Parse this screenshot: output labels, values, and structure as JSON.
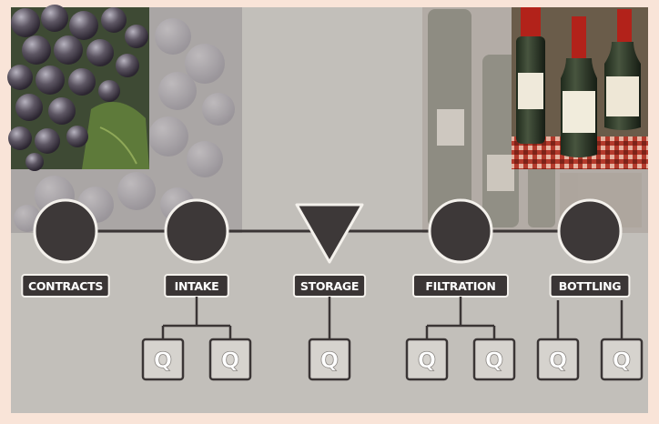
{
  "colors": {
    "page_border": "#f9e4d8",
    "canvas": "#c2bfba",
    "node_fill": "#3d3838",
    "node_stroke": "#f4f1ec",
    "line": "#3a3535",
    "label_fill": "#3a3535",
    "label_text": "#ffffff",
    "q_fill": "#d6d3ce",
    "q_text": "#ffffff"
  },
  "stages": [
    {
      "id": "contracts",
      "label": "CONTRACTS",
      "shape": "circle",
      "q_boxes": []
    },
    {
      "id": "intake",
      "label": "INTAKE",
      "shape": "circle",
      "q_boxes": [
        "Q",
        "Q"
      ]
    },
    {
      "id": "storage",
      "label": "STORAGE",
      "shape": "triangle",
      "q_boxes": [
        "Q"
      ]
    },
    {
      "id": "filtration",
      "label": "FILTRATION",
      "shape": "circle",
      "q_boxes": [
        "Q",
        "Q"
      ]
    },
    {
      "id": "bottling",
      "label": "BOTTLING",
      "shape": "circle",
      "q_boxes": [
        "Q",
        "Q"
      ]
    }
  ],
  "photos": [
    {
      "id": "grapes-photo",
      "icon": "grapes-photo"
    },
    {
      "id": "wine-bottles-photo",
      "icon": "wine-bottles-photo"
    }
  ]
}
